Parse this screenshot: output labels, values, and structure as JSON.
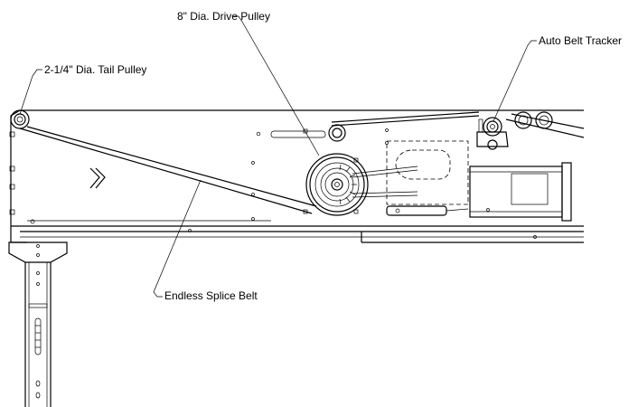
{
  "labels": {
    "drive_pulley": "8\" Dia. Drive Pulley",
    "auto_belt_tracker": "Auto Belt Tracker",
    "tail_pulley": "2-1/4\" Dia. Tail Pulley",
    "endless_splice_belt": "Endless Splice Belt"
  }
}
